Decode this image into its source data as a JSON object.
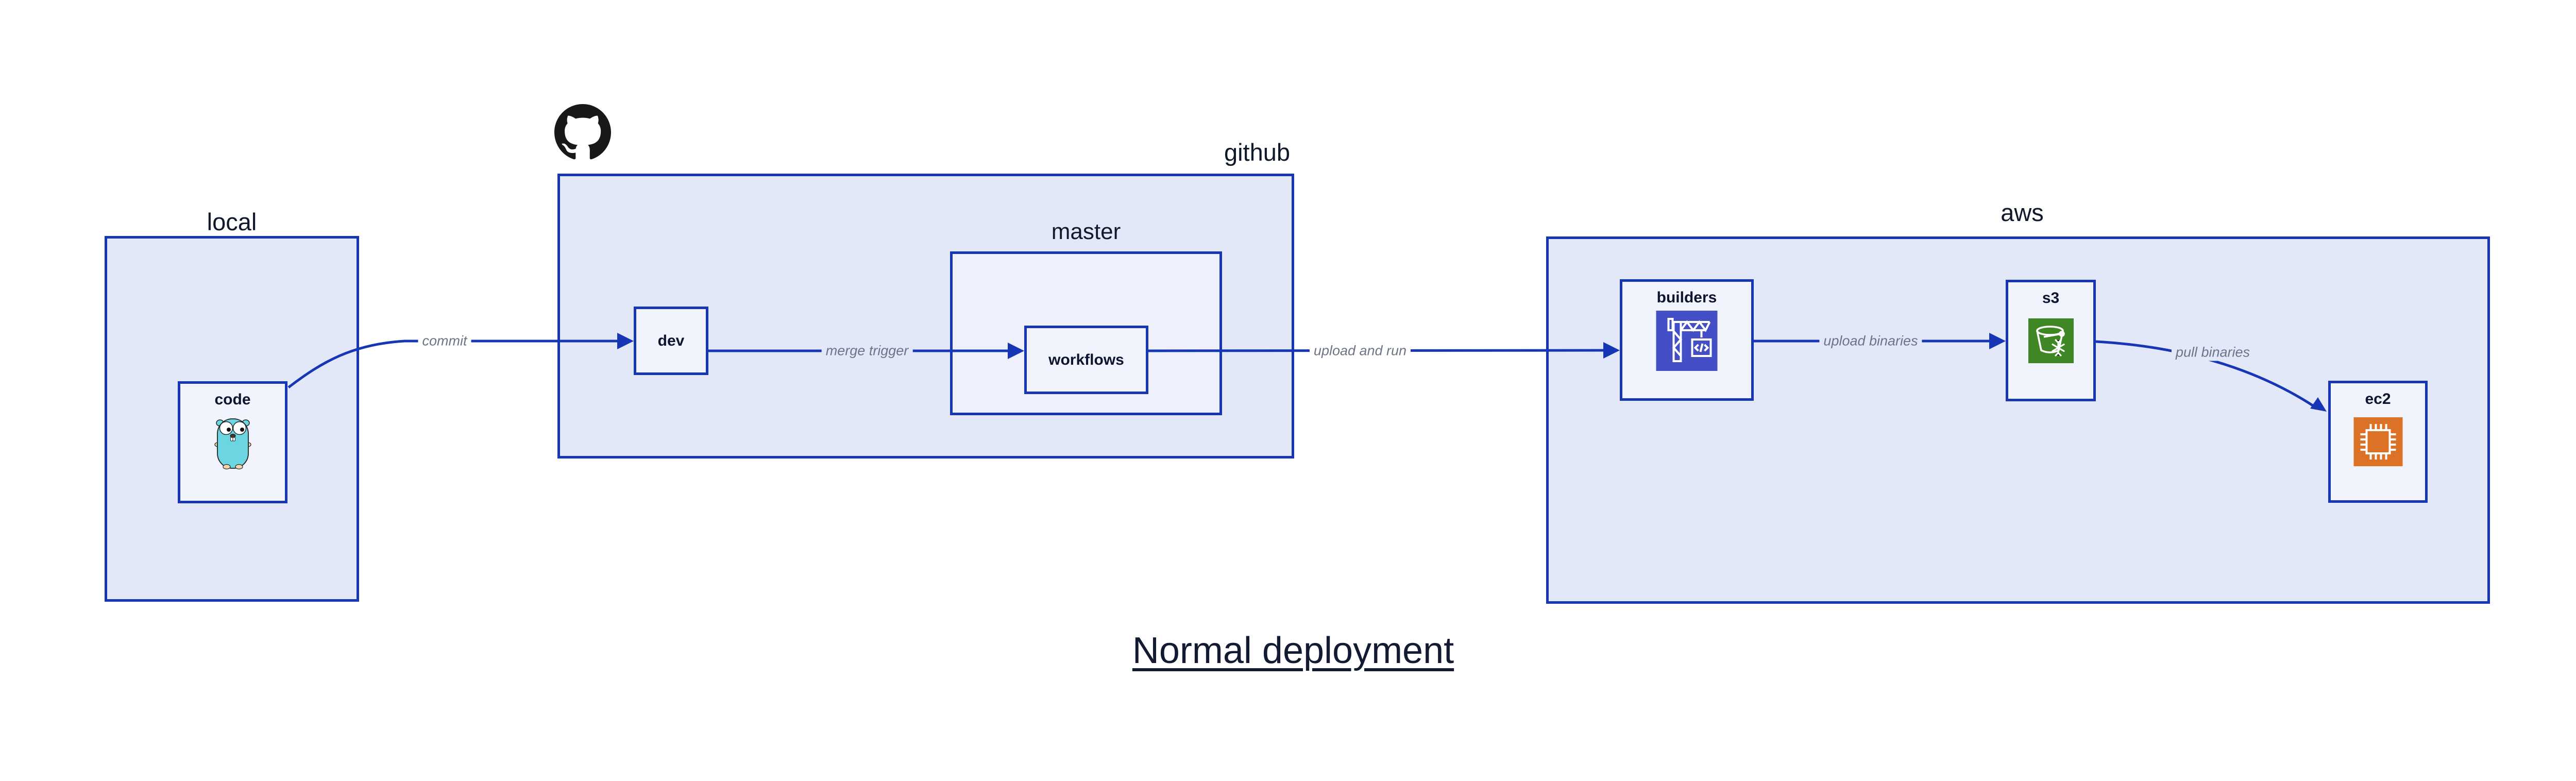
{
  "title": "Normal deployment",
  "containers": [
    {
      "id": "local",
      "label": "local"
    },
    {
      "id": "github",
      "label": "github"
    },
    {
      "id": "master",
      "label": "master"
    },
    {
      "id": "aws",
      "label": "aws"
    }
  ],
  "nodes": [
    {
      "id": "code",
      "label": "code",
      "icon": "go-gopher-icon"
    },
    {
      "id": "dev",
      "label": "dev",
      "icon": null
    },
    {
      "id": "workflows",
      "label": "workflows",
      "icon": null
    },
    {
      "id": "builders",
      "label": "builders",
      "icon": "codebuild-crane-icon"
    },
    {
      "id": "s3",
      "label": "s3",
      "icon": "s3-bucket-snowflake-icon"
    },
    {
      "id": "ec2",
      "label": "ec2",
      "icon": "ec2-chip-icon"
    }
  ],
  "edges": [
    {
      "id": "commit",
      "label": "commit",
      "from": "code",
      "to": "dev"
    },
    {
      "id": "merge-trigger",
      "label": "merge trigger",
      "from": "dev",
      "to": "workflows"
    },
    {
      "id": "upload-and-run",
      "label": "upload and run",
      "from": "workflows",
      "to": "builders"
    },
    {
      "id": "upload-binaries",
      "label": "upload binaries",
      "from": "builders",
      "to": "s3"
    },
    {
      "id": "pull-binaries",
      "label": "pull binaries",
      "from": "s3",
      "to": "ec2"
    }
  ],
  "icons": [
    "github-logo-icon",
    "go-gopher-icon",
    "codebuild-crane-icon",
    "s3-bucket-snowflake-icon",
    "ec2-chip-icon"
  ],
  "colors": {
    "border_blue": "#1636b6",
    "arrow_blue": "#1636b6",
    "container_fill": "#e2e8f8",
    "master_fill": "#eef1fb",
    "node_fill": "#f1f4fc",
    "edge_label_gray": "#6e7488",
    "text_dark": "#0d1530",
    "title_color": "#131b33",
    "github_logo": "#191717",
    "gopher_teal": "#6bd6e1",
    "builders_icon_indigo": "#444fc6",
    "s3_icon_green": "#3f8624",
    "ec2_icon_orange": "#dc7226",
    "page_background": "#ffffff"
  }
}
